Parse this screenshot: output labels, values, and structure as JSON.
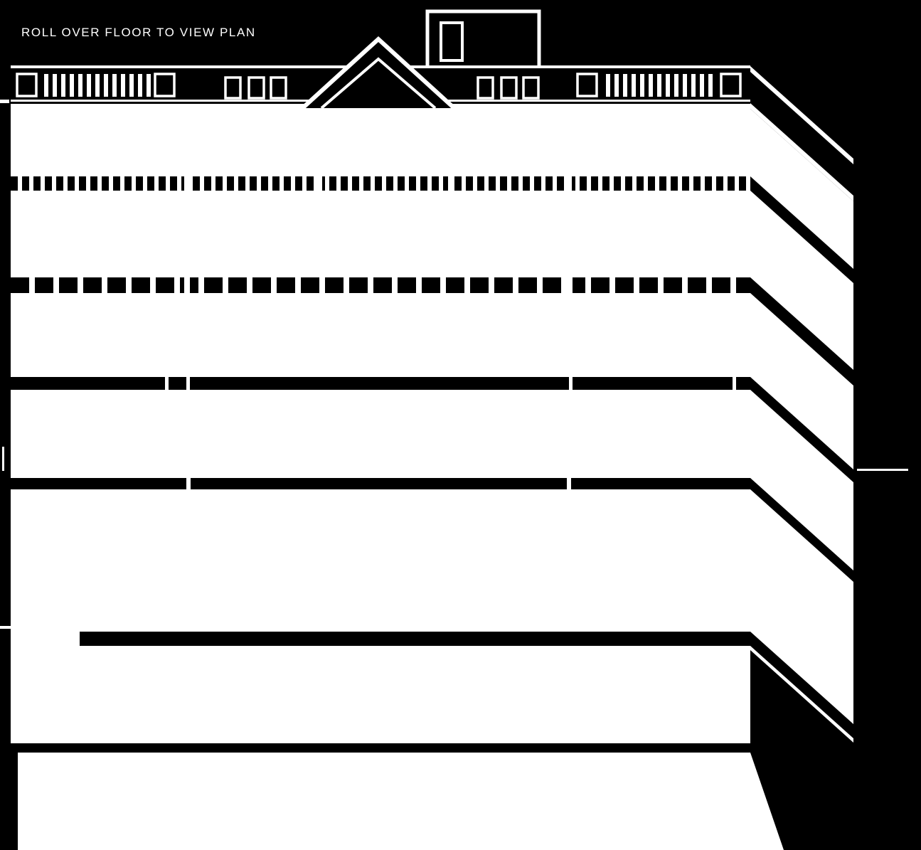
{
  "instruction": {
    "text": "ROLL OVER FLOOR TO VIEW PLAN"
  },
  "colors": {
    "background": "#000000",
    "building_fill": "#ffffff",
    "window_fill": "#000000"
  },
  "building": {
    "type": "elevation",
    "view": "front-with-right-perspective",
    "floor_hotspot_count": 7
  }
}
